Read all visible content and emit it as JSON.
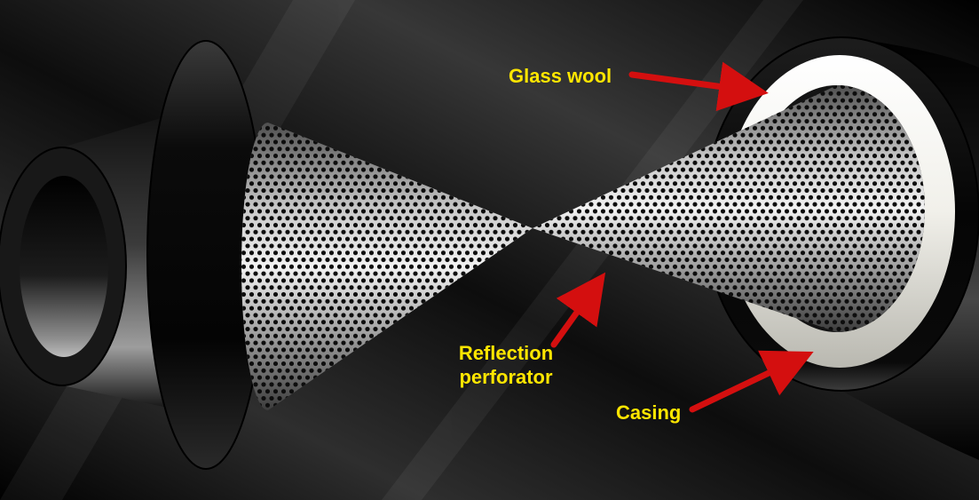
{
  "diagram": {
    "labels": {
      "glass_wool": "Glass wool",
      "reflection_perforator": {
        "line1": "Reflection",
        "line2": "perforator"
      },
      "casing": "Casing"
    },
    "colors": {
      "label_text": "#ffe600",
      "arrow": "#d40f0f",
      "background": "#111111",
      "glass_wool_fill": "#f0efe9",
      "perforator_metal": "#e8e8e8",
      "casing_dark": "#0c0c0c"
    }
  }
}
